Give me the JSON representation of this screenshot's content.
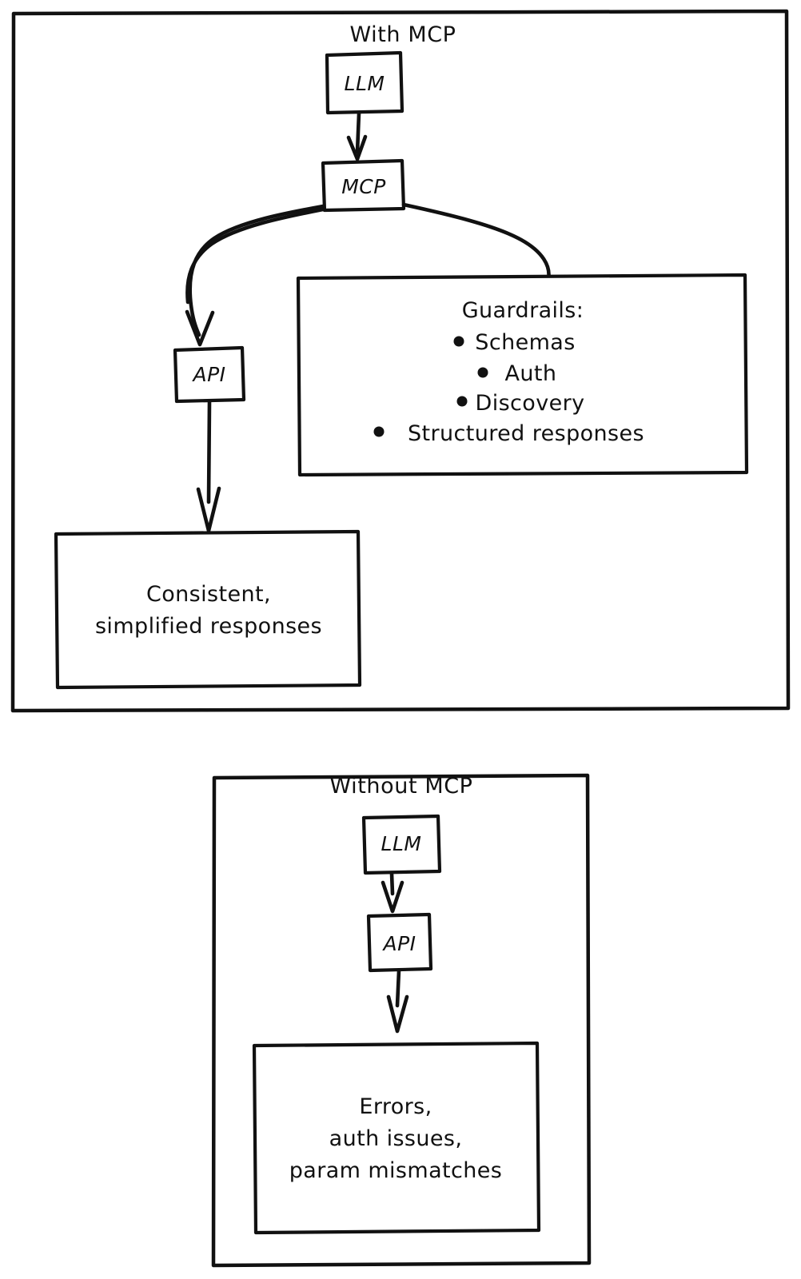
{
  "diagram": {
    "kind": "flowchart",
    "background_color": "#ffffff",
    "stroke_color": "#111111",
    "style": "hand-drawn sketch"
  },
  "panels": [
    {
      "id": "with-mcp",
      "title": "With MCP",
      "nodes": [
        {
          "id": "llm",
          "label": "LLM"
        },
        {
          "id": "mcp",
          "label": "MCP"
        },
        {
          "id": "api",
          "label": "API"
        },
        {
          "id": "guardrails",
          "label": "Guardrails:"
        },
        {
          "id": "outcome",
          "label": "Consistent,\nsimplified responses"
        }
      ],
      "guardrails": {
        "heading": "Guardrails:",
        "items": [
          "Schemas",
          "Auth",
          "Discovery",
          "Structured responses"
        ],
        "bullet_glyph": "•"
      },
      "outcome_lines": [
        "Consistent,",
        "simplified responses"
      ],
      "edges": [
        {
          "from": "llm",
          "to": "mcp",
          "type": "straight-arrow"
        },
        {
          "from": "mcp",
          "to": "api",
          "type": "curved-arrow"
        },
        {
          "from": "mcp",
          "to": "guardrails",
          "type": "curved-line"
        },
        {
          "from": "api",
          "to": "outcome",
          "type": "straight-arrow"
        }
      ]
    },
    {
      "id": "without-mcp",
      "title": "Without MCP",
      "nodes": [
        {
          "id": "llm2",
          "label": "LLM"
        },
        {
          "id": "api2",
          "label": "API"
        },
        {
          "id": "problems",
          "label": "Errors,\nauth issues,\nparam mismatches"
        }
      ],
      "problem_lines": [
        "Errors,",
        "auth issues,",
        "param mismatches"
      ],
      "edges": [
        {
          "from": "llm2",
          "to": "api2",
          "type": "straight-arrow"
        },
        {
          "from": "api2",
          "to": "problems",
          "type": "straight-arrow"
        }
      ]
    }
  ]
}
